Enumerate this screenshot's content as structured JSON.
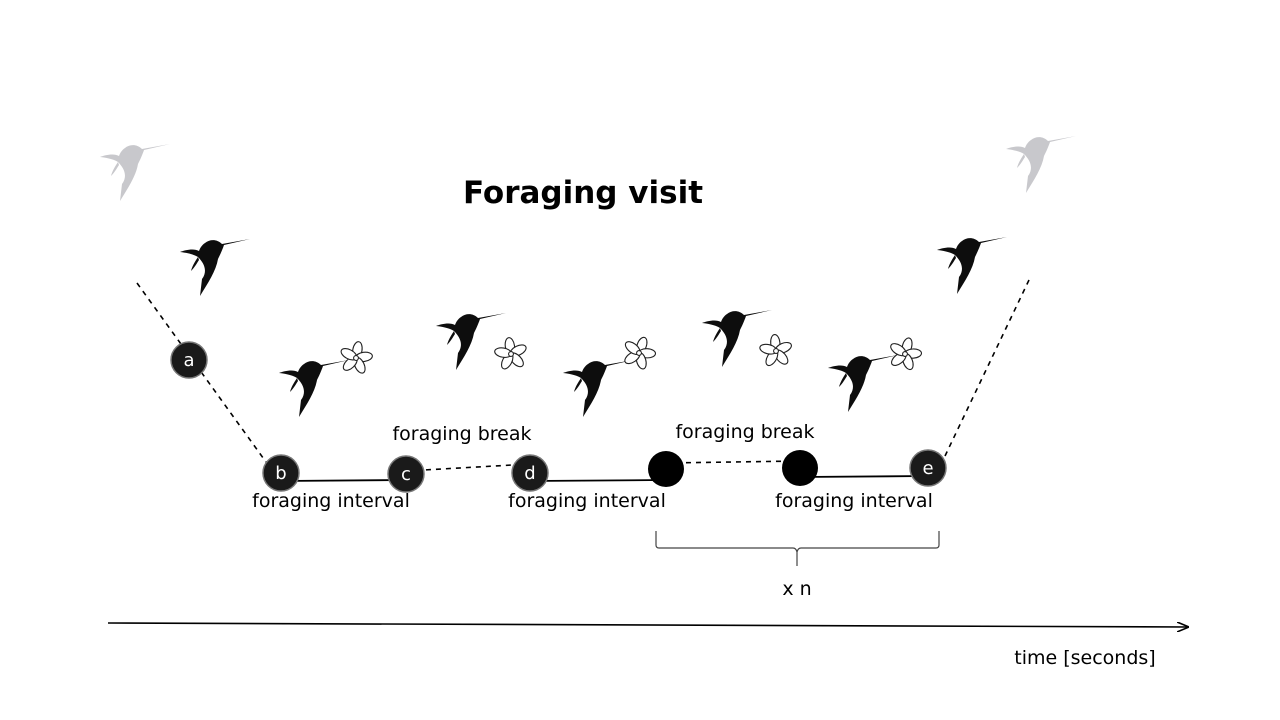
{
  "title": "Foraging visit",
  "nodes": {
    "a": "a",
    "b": "b",
    "c": "c",
    "d": "d",
    "e": "e"
  },
  "labels": {
    "foraging_interval": "foraging interval",
    "foraging_break": "foraging break",
    "repeat": "x n",
    "time_axis": "time [seconds]"
  },
  "icons": {
    "hummingbird_gray": "hummingbird-silhouette-gray",
    "hummingbird_black": "hummingbird-silhouette-black",
    "flower": "flower-outline"
  },
  "colors": {
    "node_fill": "#1a1a1a",
    "bird_black": "#0d0d0d",
    "bird_gray": "#c8c8cc",
    "line": "#000000"
  }
}
